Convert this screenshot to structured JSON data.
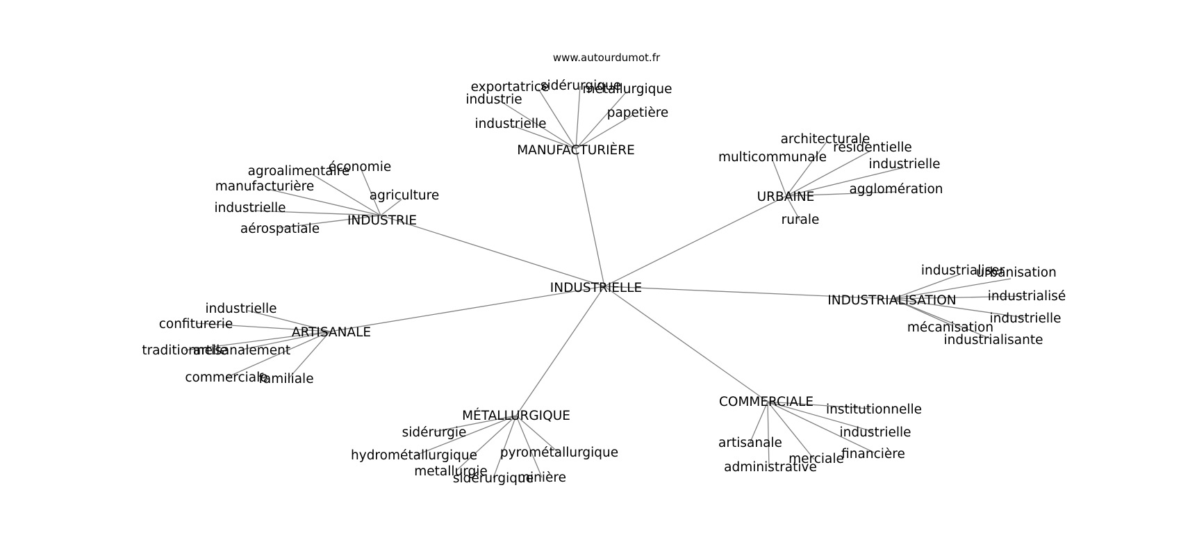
{
  "watermark": "www.autourdumot.fr",
  "center": {
    "id": "center",
    "label": "INDUSTRIELLE"
  },
  "hubs": [
    {
      "id": "manufacturiere",
      "label": "MANUFACTURIÈRE",
      "leaves": [
        "exportatrice",
        "sidérurgique",
        "métallurgique",
        "industrie",
        "papetière",
        "industrielle"
      ]
    },
    {
      "id": "industrie",
      "label": "INDUSTRIE",
      "leaves": [
        "agroalimentaire",
        "économie",
        "manufacturière",
        "agriculture",
        "industrielle",
        "aérospatiale"
      ]
    },
    {
      "id": "urbaine",
      "label": "URBAINE",
      "leaves": [
        "architecturale",
        "multicommunale",
        "résidentielle",
        "industrielle",
        "agglomération",
        "rurale"
      ]
    },
    {
      "id": "industrialisation",
      "label": "INDUSTRIALISATION",
      "leaves": [
        "industrialiser",
        "urbanisation",
        "industrialisé",
        "industrielle",
        "mécanisation",
        "industrialisante"
      ]
    },
    {
      "id": "artisanale",
      "label": "ARTISANALE",
      "leaves": [
        "industrielle",
        "confiturerie",
        "traditionnelle",
        "artisanalement",
        "commerciale",
        "familiale"
      ]
    },
    {
      "id": "metallurgique",
      "label": "MÉTALLURGIQUE",
      "leaves": [
        "sidérurgie",
        "hydrométallurgique",
        "pyrométallurgique",
        "metallurgie",
        "sidérurgique",
        "minière"
      ]
    },
    {
      "id": "commerciale",
      "label": "COMMERCIALE",
      "leaves": [
        "institutionnelle",
        "industrielle",
        "artisanale",
        "financière",
        "merciale",
        "administrative"
      ]
    }
  ]
}
